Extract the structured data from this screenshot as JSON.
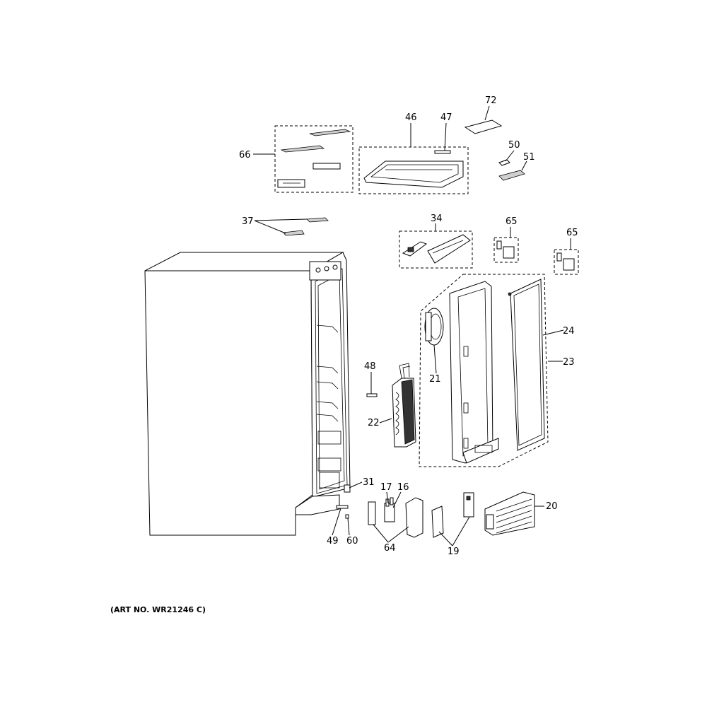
{
  "art_number": "(ART NO. WR21246 C)",
  "callouts": {
    "c72": "72",
    "c46": "46",
    "c47": "47",
    "c66": "66",
    "c50": "50",
    "c51": "51",
    "c37": "37",
    "c34": "34",
    "c65a": "65",
    "c65b": "65",
    "c24": "24",
    "c23": "23",
    "c48": "48",
    "c21": "21",
    "c22": "22",
    "c31": "31",
    "c17": "17",
    "c16": "16",
    "c20": "20",
    "c49": "49",
    "c60": "60",
    "c64": "64",
    "c19": "19"
  }
}
